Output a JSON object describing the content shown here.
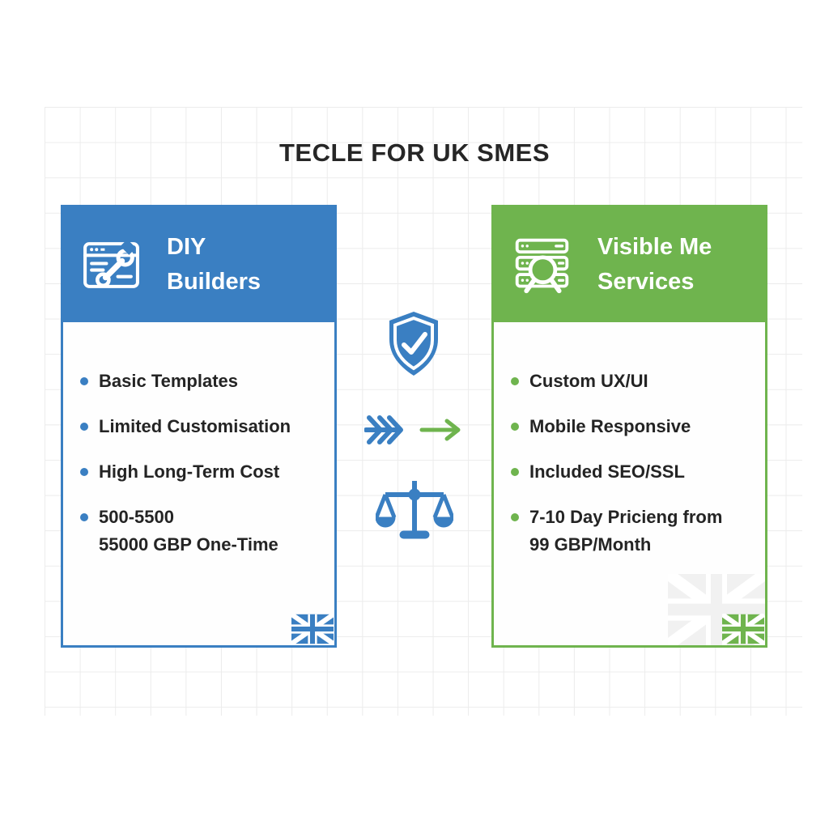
{
  "title": "TECLE FOR UK SMES",
  "colors": {
    "blue": "#3a7fc2",
    "green": "#6fb44e",
    "text_dark": "#262626",
    "grid_line": "#ececec",
    "watermark_gray": "#f1f1f1"
  },
  "left_card": {
    "heading": [
      "DIY",
      "Builders"
    ],
    "icon": "browser-wrench-icon",
    "items": [
      [
        "Basic Templates"
      ],
      [
        "Limited Customisation"
      ],
      [
        "High Long-Term Cost"
      ],
      [
        "500-5500",
        "55000 GBP One-Time"
      ]
    ],
    "flag": "uk-flag-blue"
  },
  "right_card": {
    "heading": [
      "Visible Me",
      "Services"
    ],
    "icon": "server-search-icon",
    "items": [
      [
        "Custom UX/UI"
      ],
      [
        "Mobile Responsive"
      ],
      [
        "Included SEO/SSL"
      ],
      [
        "7-10 Day Pricieng from",
        "99 GBP/Month"
      ]
    ],
    "flag": "uk-flag-green",
    "watermark": "uk-flag-watermark"
  },
  "middle_icons": [
    "shield-check-icon",
    "triple-chevron-right-icon",
    "arrow-right-icon",
    "balance-scale-icon"
  ]
}
